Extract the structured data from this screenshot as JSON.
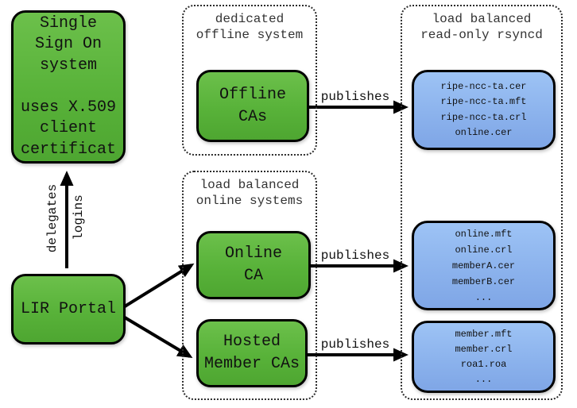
{
  "colors": {
    "ca_node_green": "#58b239",
    "repo_node_blue": "#8ab1ec",
    "line_black": "#000000",
    "background": "#ffffff"
  },
  "sso": {
    "lines": [
      "Single",
      "Sign On",
      "system",
      "",
      "uses X.509",
      "client",
      "certificat"
    ]
  },
  "lir": {
    "label": "LIR Portal"
  },
  "delegation_arrow": {
    "left_label": "delegates",
    "right_label": "logins"
  },
  "offline_system": {
    "title": [
      "dedicated",
      "offline system"
    ],
    "ca": [
      "Offline",
      "CAs"
    ]
  },
  "online_system": {
    "title": [
      "load balanced",
      "online systems"
    ],
    "online_ca": [
      "Online",
      "CA"
    ],
    "hosted_cas": [
      "Hosted",
      "Member CAs"
    ]
  },
  "rsyncd": {
    "title": [
      "load balanced",
      "read-only rsyncd"
    ],
    "repos": [
      {
        "files": [
          "ripe-ncc-ta.cer",
          "ripe-ncc-ta.mft",
          "ripe-ncc-ta.crl",
          "online.cer"
        ]
      },
      {
        "files": [
          "online.mft",
          "online.crl",
          "memberA.cer",
          "memberB.cer",
          "..."
        ]
      },
      {
        "files": [
          "member.mft",
          "member.crl",
          "roa1.roa",
          "..."
        ]
      }
    ]
  },
  "publishes": [
    "publishes",
    "publishes",
    "publishes"
  ]
}
